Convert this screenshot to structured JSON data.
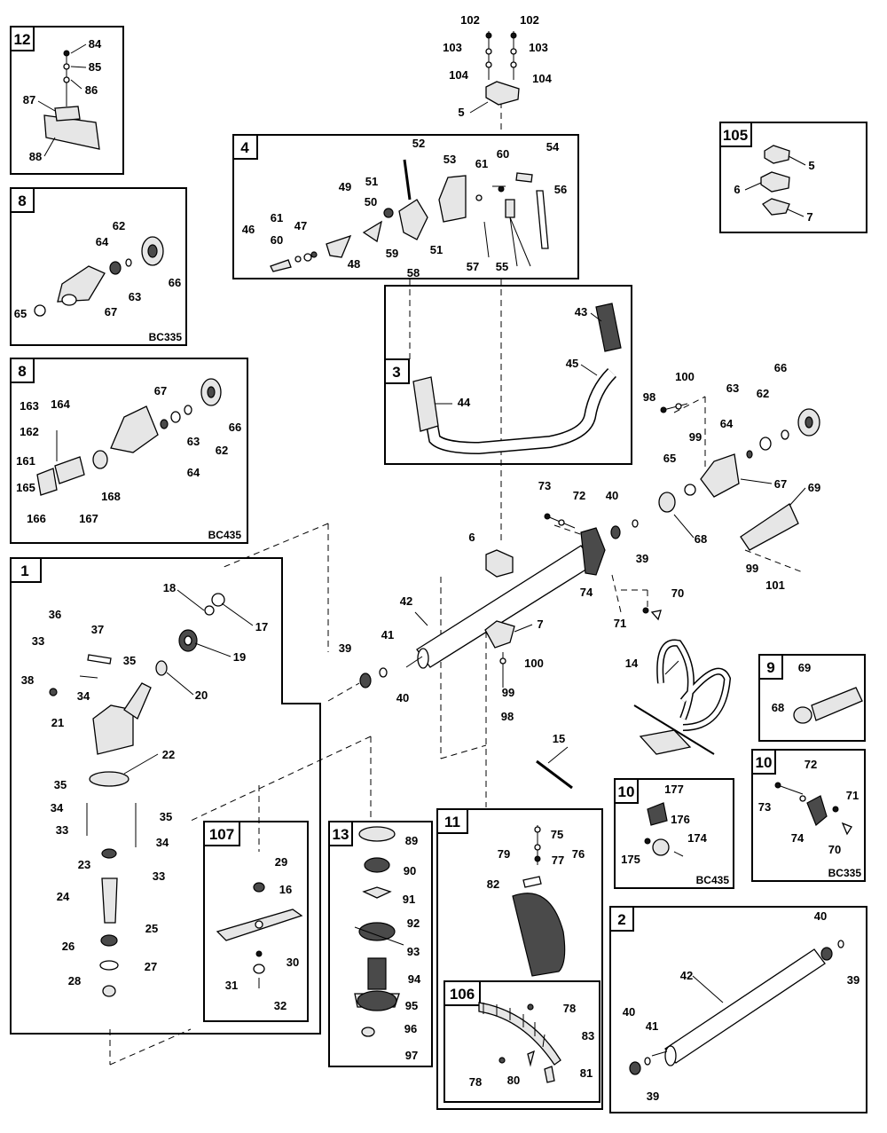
{
  "boxes": [
    {
      "id": "b12",
      "tag": "12",
      "model": ""
    },
    {
      "id": "b8a",
      "tag": "8",
      "model": "BC335"
    },
    {
      "id": "b8b",
      "tag": "8",
      "model": "BC435"
    },
    {
      "id": "b4",
      "tag": "4",
      "model": ""
    },
    {
      "id": "b105",
      "tag": "105",
      "model": ""
    },
    {
      "id": "b3",
      "tag": "3",
      "model": ""
    },
    {
      "id": "b1",
      "tag": "1",
      "model": ""
    },
    {
      "id": "b107",
      "tag": "107",
      "model": ""
    },
    {
      "id": "b13",
      "tag": "13",
      "model": ""
    },
    {
      "id": "b11",
      "tag": "11",
      "model": ""
    },
    {
      "id": "b106",
      "tag": "106",
      "model": ""
    },
    {
      "id": "b9",
      "tag": "9",
      "model": ""
    },
    {
      "id": "b10a",
      "tag": "10",
      "model": "BC435"
    },
    {
      "id": "b10b",
      "tag": "10",
      "model": "BC335"
    },
    {
      "id": "b2",
      "tag": "2",
      "model": ""
    }
  ],
  "callouts": [
    {
      "id": "c102a",
      "text": "102"
    },
    {
      "id": "c102b",
      "text": "102"
    },
    {
      "id": "c103a",
      "text": "103"
    },
    {
      "id": "c103b",
      "text": "103"
    },
    {
      "id": "c104a",
      "text": "104"
    },
    {
      "id": "c104b",
      "text": "104"
    },
    {
      "id": "c5top",
      "text": "5"
    },
    {
      "id": "c84",
      "text": "84"
    },
    {
      "id": "c85",
      "text": "85"
    },
    {
      "id": "c86",
      "text": "86"
    },
    {
      "id": "c87",
      "text": "87"
    },
    {
      "id": "c88",
      "text": "88"
    },
    {
      "id": "c62a",
      "text": "62"
    },
    {
      "id": "c64a",
      "text": "64"
    },
    {
      "id": "c66a",
      "text": "66"
    },
    {
      "id": "c63a",
      "text": "63"
    },
    {
      "id": "c65a",
      "text": "65"
    },
    {
      "id": "c67a",
      "text": "67"
    },
    {
      "id": "c163",
      "text": "163"
    },
    {
      "id": "c164",
      "text": "164"
    },
    {
      "id": "c162",
      "text": "162"
    },
    {
      "id": "c161",
      "text": "161"
    },
    {
      "id": "c165",
      "text": "165"
    },
    {
      "id": "c166",
      "text": "166"
    },
    {
      "id": "c167",
      "text": "167"
    },
    {
      "id": "c168",
      "text": "168"
    },
    {
      "id": "c67b",
      "text": "67"
    },
    {
      "id": "c66b",
      "text": "66"
    },
    {
      "id": "c63b",
      "text": "63"
    },
    {
      "id": "c62b",
      "text": "62"
    },
    {
      "id": "c64b",
      "text": "64"
    },
    {
      "id": "c52",
      "text": "52"
    },
    {
      "id": "c53",
      "text": "53"
    },
    {
      "id": "c61a",
      "text": "61"
    },
    {
      "id": "c60a",
      "text": "60"
    },
    {
      "id": "c54",
      "text": "54"
    },
    {
      "id": "c49",
      "text": "49"
    },
    {
      "id": "c51a",
      "text": "51"
    },
    {
      "id": "c50",
      "text": "50"
    },
    {
      "id": "c56",
      "text": "56"
    },
    {
      "id": "c46",
      "text": "46"
    },
    {
      "id": "c61b",
      "text": "61"
    },
    {
      "id": "c47",
      "text": "47"
    },
    {
      "id": "c60b",
      "text": "60"
    },
    {
      "id": "c48",
      "text": "48"
    },
    {
      "id": "c59",
      "text": "59"
    },
    {
      "id": "c51b",
      "text": "51"
    },
    {
      "id": "c58",
      "text": "58"
    },
    {
      "id": "c57",
      "text": "57"
    },
    {
      "id": "c55",
      "text": "55"
    },
    {
      "id": "c5r",
      "text": "5"
    },
    {
      "id": "c6r",
      "text": "6"
    },
    {
      "id": "c7r",
      "text": "7"
    },
    {
      "id": "c43",
      "text": "43"
    },
    {
      "id": "c45",
      "text": "45"
    },
    {
      "id": "c44",
      "text": "44"
    },
    {
      "id": "c66c",
      "text": "66"
    },
    {
      "id": "c100a",
      "text": "100"
    },
    {
      "id": "c98a",
      "text": "98"
    },
    {
      "id": "c63c",
      "text": "63"
    },
    {
      "id": "c62c",
      "text": "62"
    },
    {
      "id": "c99a",
      "text": "99"
    },
    {
      "id": "c64c",
      "text": "64"
    },
    {
      "id": "c65c",
      "text": "65"
    },
    {
      "id": "c67c",
      "text": "67"
    },
    {
      "id": "c69a",
      "text": "69"
    },
    {
      "id": "c73a",
      "text": "73"
    },
    {
      "id": "c72a",
      "text": "72"
    },
    {
      "id": "c40a",
      "text": "40"
    },
    {
      "id": "c39a",
      "text": "39"
    },
    {
      "id": "c68a",
      "text": "68"
    },
    {
      "id": "c74a",
      "text": "74"
    },
    {
      "id": "c99b",
      "text": "99"
    },
    {
      "id": "c101",
      "text": "101"
    },
    {
      "id": "c70a",
      "text": "70"
    },
    {
      "id": "c71a",
      "text": "71"
    },
    {
      "id": "c6m",
      "text": "6"
    },
    {
      "id": "c42a",
      "text": "42"
    },
    {
      "id": "c7m",
      "text": "7"
    },
    {
      "id": "c41a",
      "text": "41"
    },
    {
      "id": "c39b",
      "text": "39"
    },
    {
      "id": "c40b",
      "text": "40"
    },
    {
      "id": "c100b",
      "text": "100"
    },
    {
      "id": "c99c",
      "text": "99"
    },
    {
      "id": "c98b",
      "text": "98"
    },
    {
      "id": "c14",
      "text": "14"
    },
    {
      "id": "c15",
      "text": "15"
    },
    {
      "id": "c18",
      "text": "18"
    },
    {
      "id": "c17",
      "text": "17"
    },
    {
      "id": "c36",
      "text": "36"
    },
    {
      "id": "c37",
      "text": "37"
    },
    {
      "id": "c35a",
      "text": "35"
    },
    {
      "id": "c19",
      "text": "19"
    },
    {
      "id": "c33a",
      "text": "33"
    },
    {
      "id": "c38",
      "text": "38"
    },
    {
      "id": "c34a",
      "text": "34"
    },
    {
      "id": "c20",
      "text": "20"
    },
    {
      "id": "c21",
      "text": "21"
    },
    {
      "id": "c22",
      "text": "22"
    },
    {
      "id": "c35b",
      "text": "35"
    },
    {
      "id": "c34b",
      "text": "34"
    },
    {
      "id": "c35c",
      "text": "35"
    },
    {
      "id": "c33b",
      "text": "33"
    },
    {
      "id": "c34c",
      "text": "34"
    },
    {
      "id": "c23",
      "text": "23"
    },
    {
      "id": "c33c",
      "text": "33"
    },
    {
      "id": "c24",
      "text": "24"
    },
    {
      "id": "c25",
      "text": "25"
    },
    {
      "id": "c26",
      "text": "26"
    },
    {
      "id": "c27",
      "text": "27"
    },
    {
      "id": "c28",
      "text": "28"
    },
    {
      "id": "c29",
      "text": "29"
    },
    {
      "id": "c16",
      "text": "16"
    },
    {
      "id": "c30",
      "text": "30"
    },
    {
      "id": "c31",
      "text": "31"
    },
    {
      "id": "c32",
      "text": "32"
    },
    {
      "id": "c89",
      "text": "89"
    },
    {
      "id": "c90",
      "text": "90"
    },
    {
      "id": "c91",
      "text": "91"
    },
    {
      "id": "c92",
      "text": "92"
    },
    {
      "id": "c93",
      "text": "93"
    },
    {
      "id": "c94",
      "text": "94"
    },
    {
      "id": "c95",
      "text": "95"
    },
    {
      "id": "c96",
      "text": "96"
    },
    {
      "id": "c97",
      "text": "97"
    },
    {
      "id": "c75",
      "text": "75"
    },
    {
      "id": "c79",
      "text": "79"
    },
    {
      "id": "c76",
      "text": "76"
    },
    {
      "id": "c77",
      "text": "77"
    },
    {
      "id": "c82",
      "text": "82"
    },
    {
      "id": "c78a",
      "text": "78"
    },
    {
      "id": "c83",
      "text": "83"
    },
    {
      "id": "c78b",
      "text": "78"
    },
    {
      "id": "c80",
      "text": "80"
    },
    {
      "id": "c81",
      "text": "81"
    },
    {
      "id": "c69b",
      "text": "69"
    },
    {
      "id": "c68b",
      "text": "68"
    },
    {
      "id": "c177",
      "text": "177"
    },
    {
      "id": "c176",
      "text": "176"
    },
    {
      "id": "c174",
      "text": "174"
    },
    {
      "id": "c175",
      "text": "175"
    },
    {
      "id": "c72b",
      "text": "72"
    },
    {
      "id": "c73b",
      "text": "73"
    },
    {
      "id": "c71b",
      "text": "71"
    },
    {
      "id": "c74b",
      "text": "74"
    },
    {
      "id": "c70b",
      "text": "70"
    },
    {
      "id": "c40c",
      "text": "40"
    },
    {
      "id": "c42b",
      "text": "42"
    },
    {
      "id": "c39c",
      "text": "39"
    },
    {
      "id": "c40d",
      "text": "40"
    },
    {
      "id": "c41b",
      "text": "41"
    },
    {
      "id": "c39d",
      "text": "39"
    }
  ]
}
